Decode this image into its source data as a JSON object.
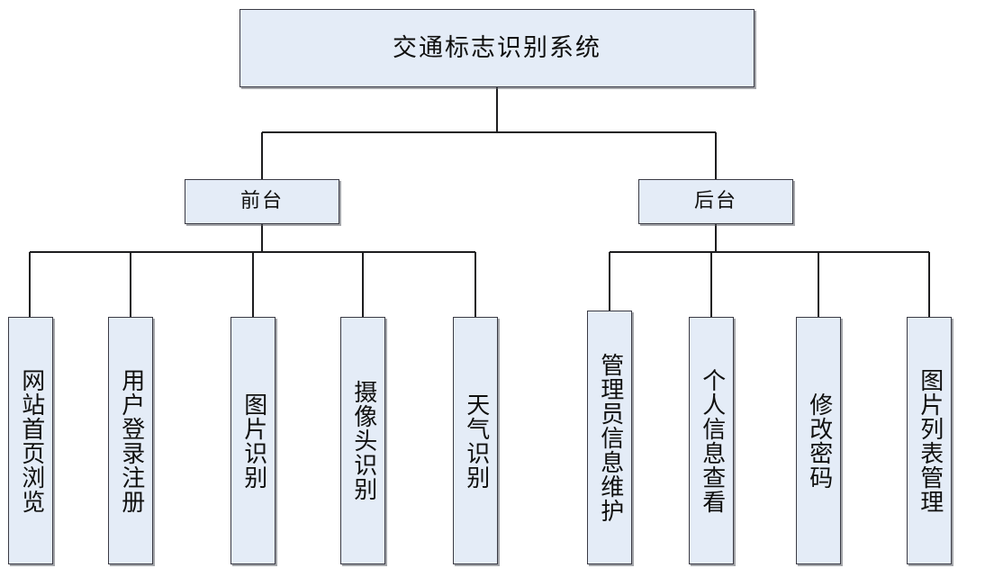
{
  "diagram": {
    "type": "tree",
    "title": "交通标志识别系统",
    "root": {
      "id": "root",
      "label": "交通标志识别系统"
    },
    "branches": [
      {
        "id": "front",
        "label": "前台"
      },
      {
        "id": "back",
        "label": "后台"
      }
    ],
    "leaves": [
      {
        "id": "leaf-0",
        "parent": "front",
        "label": "网站首页浏览"
      },
      {
        "id": "leaf-1",
        "parent": "front",
        "label": "用户登录注册"
      },
      {
        "id": "leaf-2",
        "parent": "front",
        "label": "图片识别"
      },
      {
        "id": "leaf-3",
        "parent": "front",
        "label": "摄像头识别"
      },
      {
        "id": "leaf-4",
        "parent": "front",
        "label": "天气识别"
      },
      {
        "id": "leaf-5",
        "parent": "back",
        "label": "管理员信息维护"
      },
      {
        "id": "leaf-6",
        "parent": "back",
        "label": "个人信息查看"
      },
      {
        "id": "leaf-7",
        "parent": "back",
        "label": "修改密码"
      },
      {
        "id": "leaf-8",
        "parent": "back",
        "label": "图片列表管理"
      }
    ],
    "style": {
      "node_fill": "#e4ecf7",
      "node_border": "#3a3a44",
      "node_shadow": "#5a5c64",
      "connector_color": "#1d1d1f",
      "background": "#ffffff",
      "text_color": "#10100f"
    }
  }
}
